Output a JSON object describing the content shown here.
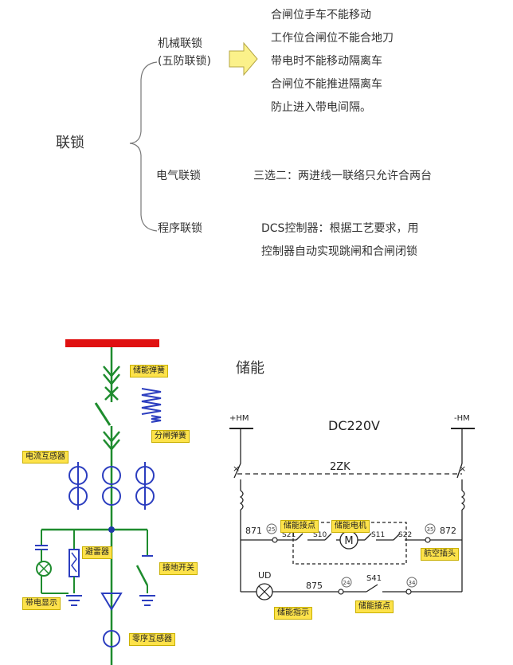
{
  "interlock": {
    "root": "联锁",
    "mechanical": {
      "label_line1": "机械联锁",
      "label_line2": "(五防联锁)",
      "items": [
        "合闸位手车不能移动",
        "工作位合闸位不能合地刀",
        "带电时不能移动隔离车",
        "合闸位不能推进隔离车",
        "防止进入带电间隔。"
      ]
    },
    "electrical": {
      "label": "电气联锁",
      "desc": "三选二：两进线一联络只允许合两台"
    },
    "program": {
      "label": "程序联锁",
      "desc_line1": "DCS控制器：根据工艺要求，用",
      "desc_line2": "控制器自动实现跳闸和合闸闭锁"
    }
  },
  "left_diagram": {
    "labels": {
      "closing_spring": "储能弹簧",
      "opening_spring": "分闸弹簧",
      "ct": "电流互感器",
      "arrester": "避雷器",
      "earth_switch": "接地开关",
      "live_display": "带电显示",
      "zero_seq_ct": "零序互感器"
    }
  },
  "right_diagram": {
    "title": "储能",
    "dc_label": "DC220V",
    "plus_hm": "+HM",
    "minus_hm": "-HM",
    "breaker": "2ZK",
    "nodes": {
      "n871": "871",
      "n872": "872",
      "n875": "875",
      "c25": "25",
      "c35": "35",
      "c24": "24",
      "c34": "34"
    },
    "contacts": {
      "s21": "S21",
      "s10": "S10",
      "s11": "S11",
      "s22": "S22",
      "s41": "S41",
      "ud": "UD",
      "motor": "M"
    },
    "labels": {
      "storage_contact_top": "储能接点",
      "storage_motor": "储能电机",
      "aviation_plug": "航空插头",
      "storage_indicator": "储能指示",
      "storage_contact_bottom": "储能接点"
    }
  }
}
